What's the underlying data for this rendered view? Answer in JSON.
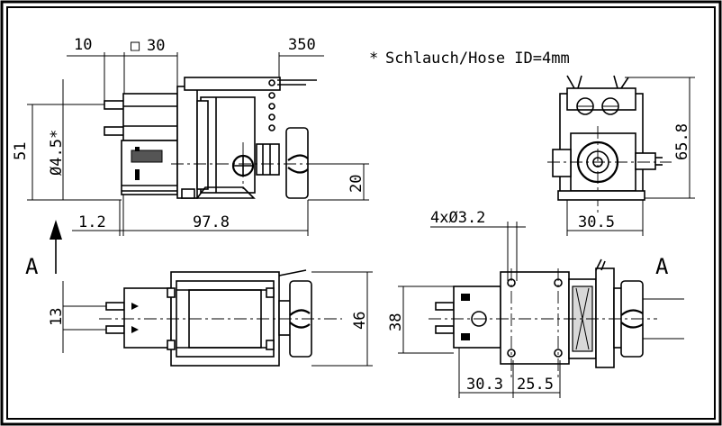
{
  "note": {
    "marker": "*",
    "text": "Schlauch/Hose ID=4mm"
  },
  "views": {
    "a_left": "A",
    "a_right": "A"
  },
  "dimensions": {
    "tube_len": "10",
    "square": "30",
    "square_symbol": "□",
    "cable_len": "350",
    "total_height": "51",
    "tube_dia": "Ø4.5*",
    "base_offset": "1.2",
    "length": "97.8",
    "shaft_height": "20",
    "right_height": "65.8",
    "right_width": "30.5",
    "bottom_spacing": "13",
    "bottom_width": "46",
    "holes": "4xØ3.2",
    "br_height": "38",
    "br_w1": "30.3",
    "br_w2": "25.5"
  }
}
